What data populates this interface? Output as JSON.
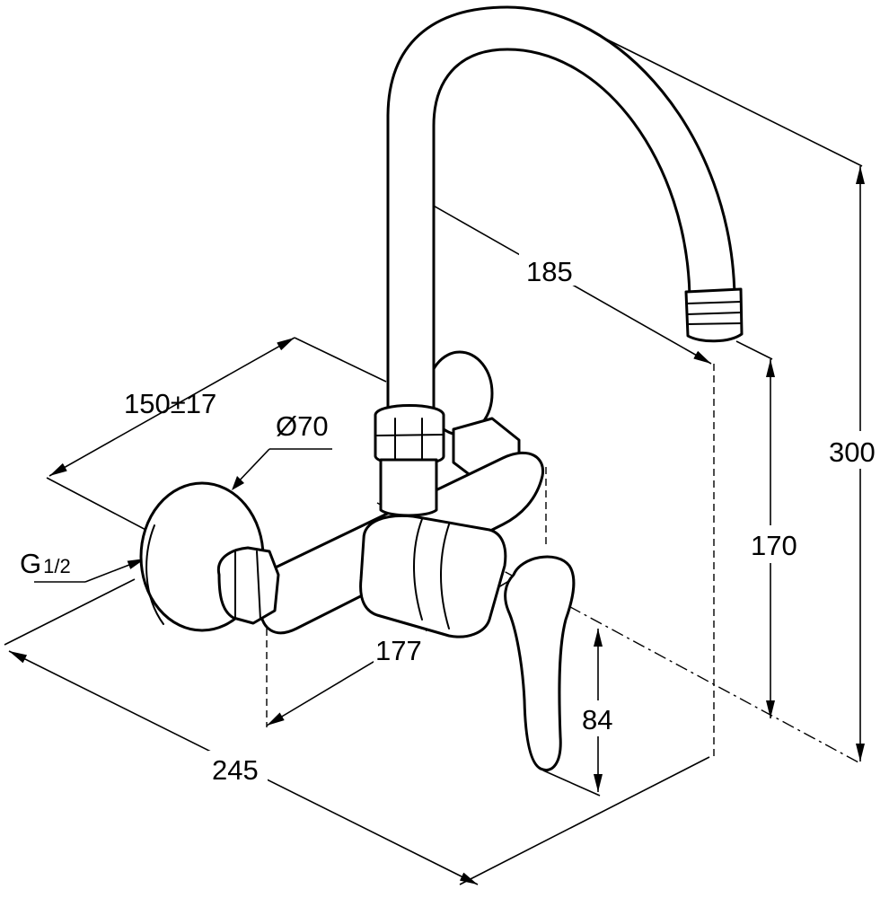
{
  "dimensions": {
    "spout_reach": "185",
    "total_height": "300",
    "spout_height": "170",
    "wall_to_lever": "177",
    "lever_height": "84",
    "overall_depth": "245",
    "center_distance": "150±17",
    "rosette_diameter": "Ø70",
    "thread_main": "G",
    "thread_sub": "1/2"
  }
}
